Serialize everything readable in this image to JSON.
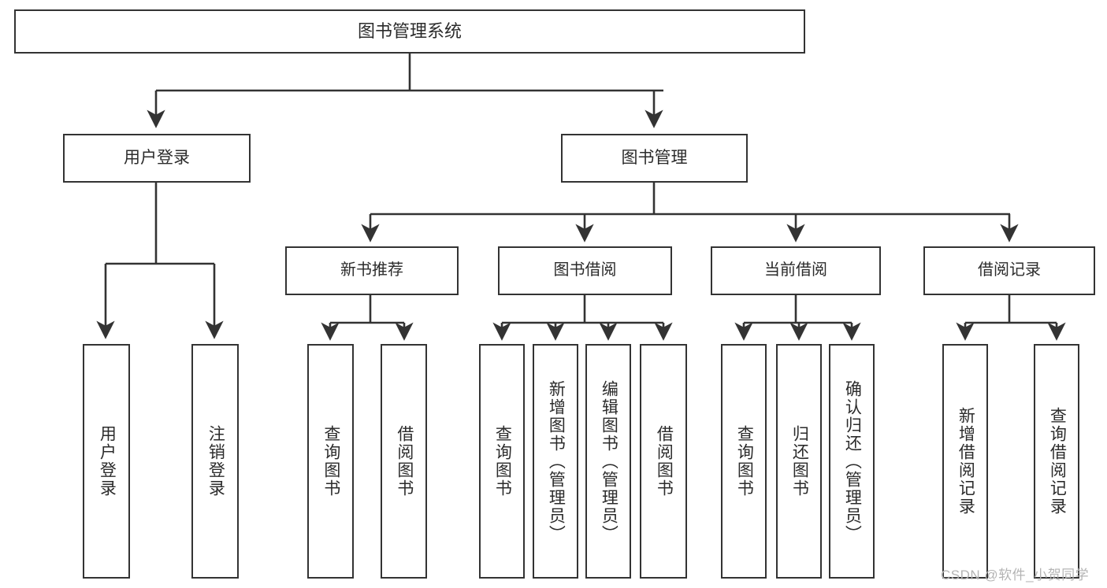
{
  "diagram": {
    "title": "图书管理系统",
    "type": "hierarchy-tree",
    "root": {
      "label": "图书管理系统",
      "children": [
        {
          "label": "用户登录",
          "children": [
            {
              "label": "用户登录"
            },
            {
              "label": "注销登录"
            }
          ]
        },
        {
          "label": "图书管理",
          "children": [
            {
              "label": "新书推荐",
              "children": [
                {
                  "label": "查询图书"
                },
                {
                  "label": "借阅图书"
                }
              ]
            },
            {
              "label": "图书借阅",
              "children": [
                {
                  "label": "查询图书"
                },
                {
                  "label": "新增图书（管理员）"
                },
                {
                  "label": "编辑图书（管理员）"
                },
                {
                  "label": "借阅图书"
                }
              ]
            },
            {
              "label": "当前借阅",
              "children": [
                {
                  "label": "查询图书"
                },
                {
                  "label": "归还图书"
                },
                {
                  "label": "确认归还（管理员）"
                }
              ]
            },
            {
              "label": "借阅记录",
              "children": [
                {
                  "label": "新增借阅记录"
                },
                {
                  "label": "查询借阅记录"
                }
              ]
            }
          ]
        }
      ]
    }
  },
  "nodes": {
    "root": "图书管理系统",
    "user_login": "用户登录",
    "book_manage": "图书管理",
    "new_book_rec": "新书推荐",
    "book_borrow": "图书借阅",
    "current_borrow": "当前借阅",
    "borrow_record": "借阅记录",
    "leaf_user_login": "用户登录",
    "leaf_logout": "注销登录",
    "leaf_query_book_a": "查询图书",
    "leaf_borrow_book_a": "借阅图书",
    "leaf_query_book_b": "查询图书",
    "leaf_add_book": "新增图书（管理员）",
    "leaf_edit_book": "编辑图书（管理员）",
    "leaf_borrow_book_b": "借阅图书",
    "leaf_query_book_c": "查询图书",
    "leaf_return_book": "归还图书",
    "leaf_confirm_return": "确认归还（管理员）",
    "leaf_add_record": "新增借阅记录",
    "leaf_query_record": "查询借阅记录"
  },
  "watermark": {
    "text": "CSDN @软件_小贺同学"
  },
  "colors": {
    "stroke": "#333333",
    "text": "#2b2b2b",
    "background": "#ffffff",
    "watermark": "#b4b4b4"
  }
}
